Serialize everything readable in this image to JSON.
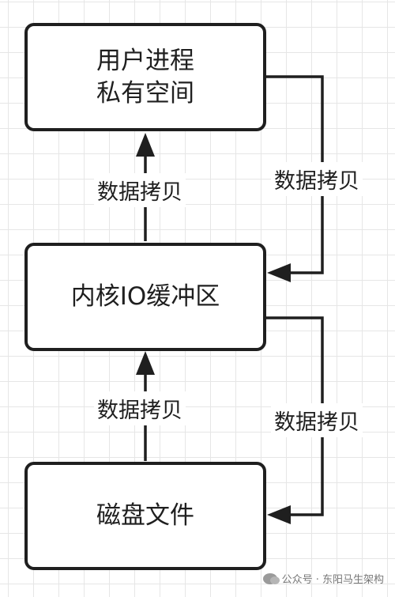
{
  "nodes": {
    "user_space": {
      "line1": "用户进程",
      "line2": "私有空间"
    },
    "kernel_buffer": {
      "label": "内核IO缓冲区"
    },
    "disk_file": {
      "label": "磁盘文件"
    }
  },
  "edges": {
    "kernel_to_user_label": "数据拷贝",
    "user_to_kernel_label": "数据拷贝",
    "disk_to_kernel_label": "数据拷贝",
    "kernel_to_disk_label": "数据拷贝"
  },
  "watermark": {
    "text": "公众号 · 东阳马生架构"
  },
  "colors": {
    "stroke": "#1f1f1f",
    "grid": "#e6e6e6"
  }
}
